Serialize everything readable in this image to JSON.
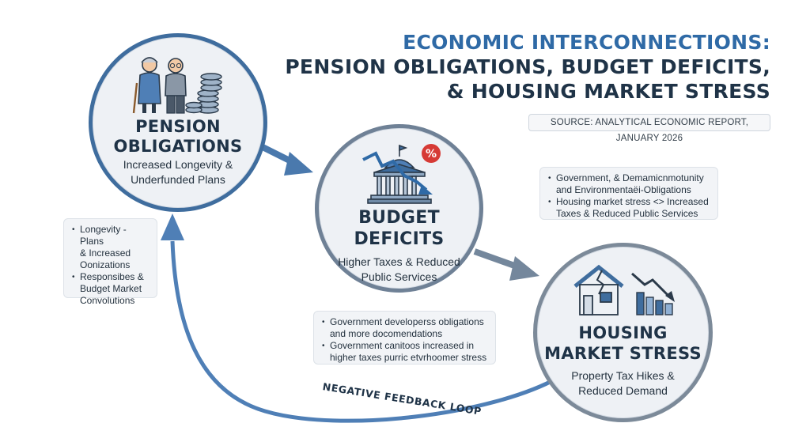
{
  "title": {
    "line1": "ECONOMIC INTERCONNECTIONS:",
    "line2": "PENSION OBLIGATIONS, BUDGET DEFICITS,",
    "line3": "& HOUSING MARKET STRESS"
  },
  "source": "SOURCE: ANALYTICAL ECONOMIC REPORT, JANUARY 2026",
  "nodes": {
    "pension": {
      "title_line1": "PENSION",
      "title_line2": "OBLIGATIONS",
      "desc_line1": "Increased Longevity &",
      "desc_line2": "Underfunded Plans",
      "icon": "elderly-couple-coins-icon"
    },
    "budget": {
      "title_line1": "BUDGET",
      "title_line2": "DEFICITS",
      "desc_line1": "Higher Taxes & Reduced",
      "desc_line2": "Public Services",
      "icon": "government-building-decline-icon",
      "badge": "%"
    },
    "housing": {
      "title_line1": "HOUSING",
      "title_line2": "MARKET STRESS",
      "desc_line1": "Property Tax Hikes &",
      "desc_line2": "Reduced Demand",
      "icon": "cracked-house-chart-icon"
    }
  },
  "notes": {
    "left": [
      [
        "Longevity - Plans",
        "& Increased",
        "Oonizations"
      ],
      [
        "Responsibes &",
        "Budget Market",
        "Convolutions"
      ]
    ],
    "right": [
      [
        "Government, & Demamicnmotunity",
        "and Environmentaëi-Obligations"
      ],
      [
        "Housing market stress <> Increased",
        "Taxes &  Reduced Public Services"
      ]
    ],
    "bottom": [
      [
        "Government developerss obligations",
        "and more docomendations"
      ],
      [
        "Government canitoos increased in",
        "higher taxes purric etvrhoomer stress"
      ]
    ]
  },
  "loop_label": "NEGATIVE FEEDBACK LOOP",
  "colors": {
    "primary_blue": "#3f6d9e",
    "loop_blue": "#4f7fb6",
    "arrow_gray": "#7b8ea3",
    "title_accent": "#2f6aa6",
    "dark_text": "#1f3347",
    "badge_red": "#d63a35"
  }
}
